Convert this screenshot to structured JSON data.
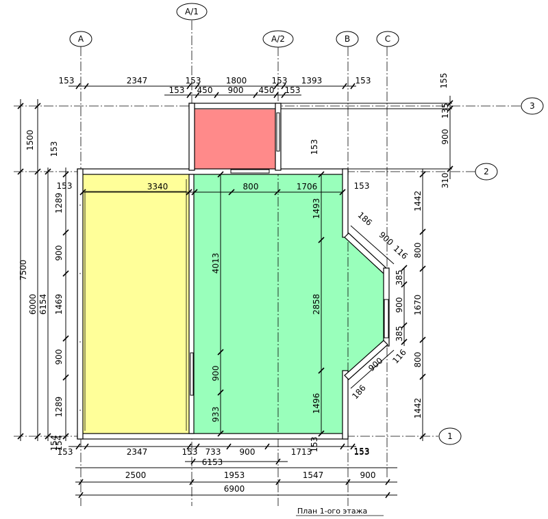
{
  "plan": {
    "caption": "План 1-ого этажа",
    "colors": {
      "room_left": "#ffff99",
      "room_main": "#99ffbb",
      "room_porch": "#ff8a8a"
    },
    "axes": {
      "A": "A",
      "A1": "A/1",
      "A2": "A/2",
      "B": "B",
      "C": "C",
      "r1": "1",
      "r2": "2",
      "r3": "3"
    },
    "dims_top": {
      "a": "153",
      "b": "2347",
      "c": "153",
      "d": "1800",
      "e": "153",
      "f": "1393",
      "g": "153",
      "h": "153",
      "i": "450",
      "j": "900",
      "k": "450",
      "l": "153",
      "m": "155"
    },
    "dims_left": {
      "a": "1500",
      "b": "153",
      "c": "7500",
      "d": "6000",
      "e": "6154",
      "f": "1289",
      "g": "900",
      "h": "1469",
      "i": "900",
      "j": "1289",
      "k": "154",
      "l": "153"
    },
    "dims_interior": {
      "a": "3340",
      "b": "800",
      "c": "1706",
      "d": "153",
      "e": "4013",
      "f": "1493",
      "g": "2858",
      "h": "900",
      "i": "933",
      "j": "1496",
      "k": "153"
    },
    "dims_right": {
      "a": "135",
      "b": "900",
      "c": "310",
      "d": "1442",
      "e": "800",
      "f": "1670",
      "g": "800",
      "h": "1442",
      "i": "153"
    },
    "dims_bay": {
      "a": "186",
      "b": "900",
      "c": "116",
      "d": "385",
      "e": "900",
      "f": "385",
      "g": "116",
      "h": "900",
      "i": "186"
    },
    "dims_bottom": {
      "a": "153",
      "b": "2347",
      "c": "153",
      "d": "733",
      "e": "900",
      "f": "1713",
      "g": "153",
      "h": "153",
      "i": "6153",
      "j": "2500",
      "k": "1953",
      "l": "1547",
      "m": "900",
      "n": "6900",
      "o": "154"
    }
  }
}
